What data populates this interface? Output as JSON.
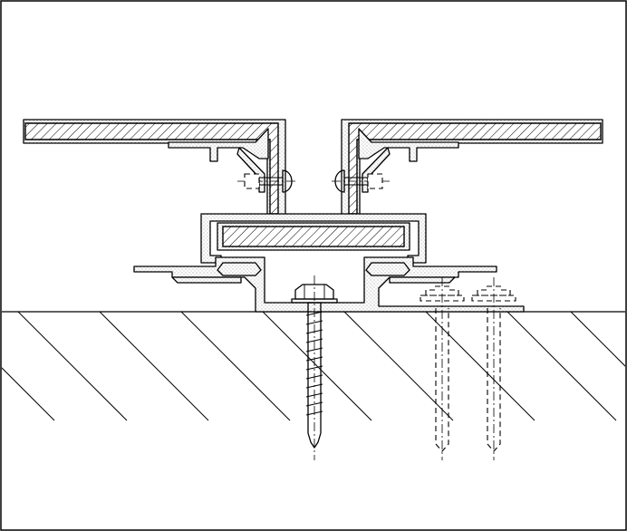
{
  "drawing": {
    "kind": "technical-section-drawing",
    "line_color": "#000000",
    "background": "#ffffff",
    "parts": [
      "left-panel",
      "right-panel",
      "left-edge-profile",
      "right-edge-profile",
      "center-retainer",
      "base-profile",
      "visible-screw",
      "hidden-screws",
      "substrate"
    ]
  }
}
